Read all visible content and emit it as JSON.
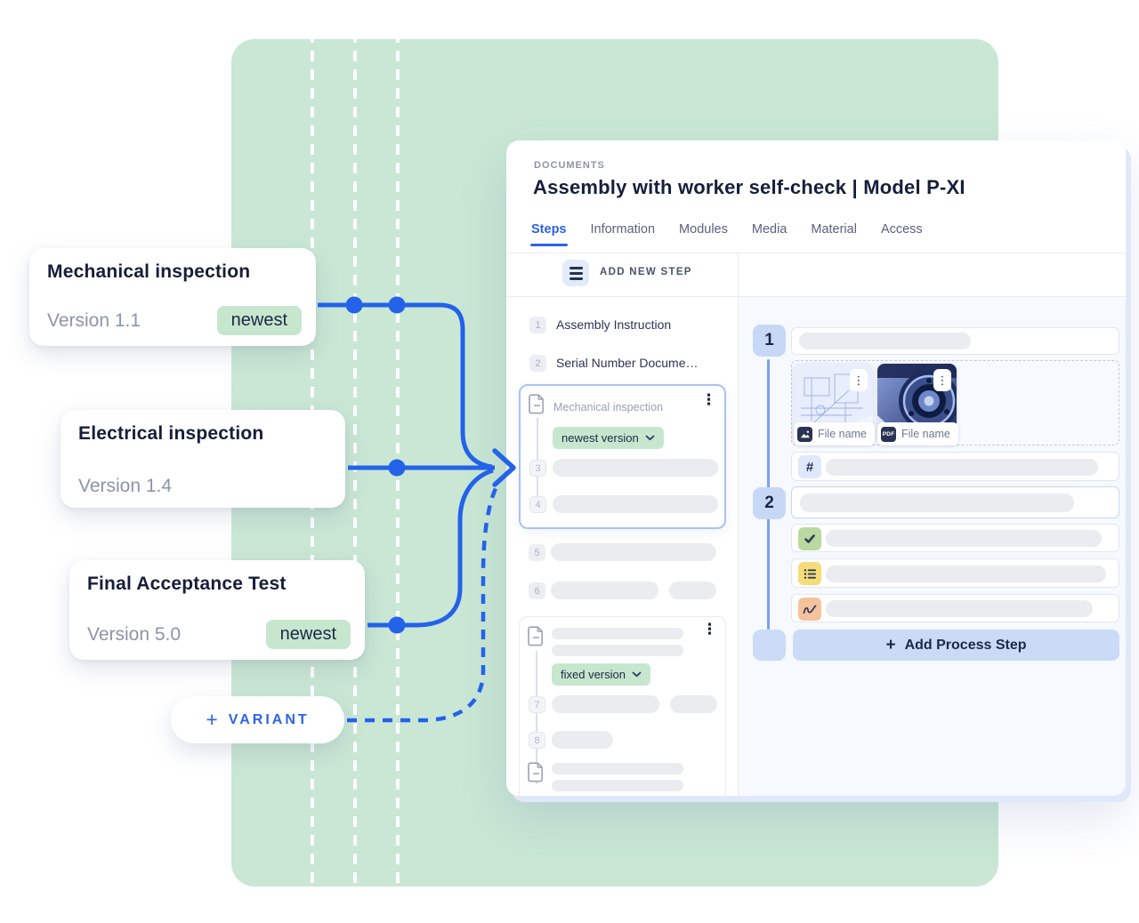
{
  "colors": {
    "backdrop_green": "#c9e7d4",
    "badge_green": "#c6e7ce",
    "accent_blue": "#2362e9",
    "navy_text": "#1b2343",
    "panel_blue_bg": "#f6f9fe",
    "chip_blue": "#c7d7f6",
    "button_blue": "#cbdbf7"
  },
  "version_cards": [
    {
      "title": "Mechanical inspection",
      "version": "Version 1.1",
      "badge": "newest"
    },
    {
      "title": "Electrical inspection",
      "version": "Version 1.4"
    },
    {
      "title": "Final Acceptance Test",
      "version": "Version 5.0",
      "badge": "newest"
    }
  ],
  "variant": {
    "plus": "+",
    "label": "VARIANT"
  },
  "icons": {
    "kebab": "⋮"
  },
  "doc_window": {
    "eyebrow": "DOCUMENTS",
    "title": "Assembly with worker self-check | Model P-XI",
    "tabs": {
      "steps": "Steps",
      "information": "Information",
      "modules": "Modules",
      "media": "Media",
      "material": "Material",
      "access": "Access"
    },
    "steps_panel": {
      "add_new_step": "ADD NEW STEP",
      "items": [
        {
          "num": "1",
          "label": "Assembly Instruction"
        },
        {
          "num": "2",
          "label": "Serial Number Docume…"
        }
      ],
      "selected_doc": {
        "title": "Mechanical inspection",
        "version_pill": "newest version",
        "step_nums": [
          "3",
          "4"
        ]
      },
      "loose_step_nums": [
        "5",
        "6"
      ],
      "fixed_doc": {
        "version_pill": "fixed version",
        "step_nums": [
          "7",
          "8"
        ]
      }
    },
    "process_panel": {
      "step_nums": [
        "1",
        "2"
      ],
      "hash": "#",
      "files": [
        {
          "label": "File name"
        },
        {
          "label": "File name",
          "badge": "PDF"
        }
      ],
      "add_step": {
        "plus": "+",
        "label": "Add Process Step"
      }
    }
  }
}
